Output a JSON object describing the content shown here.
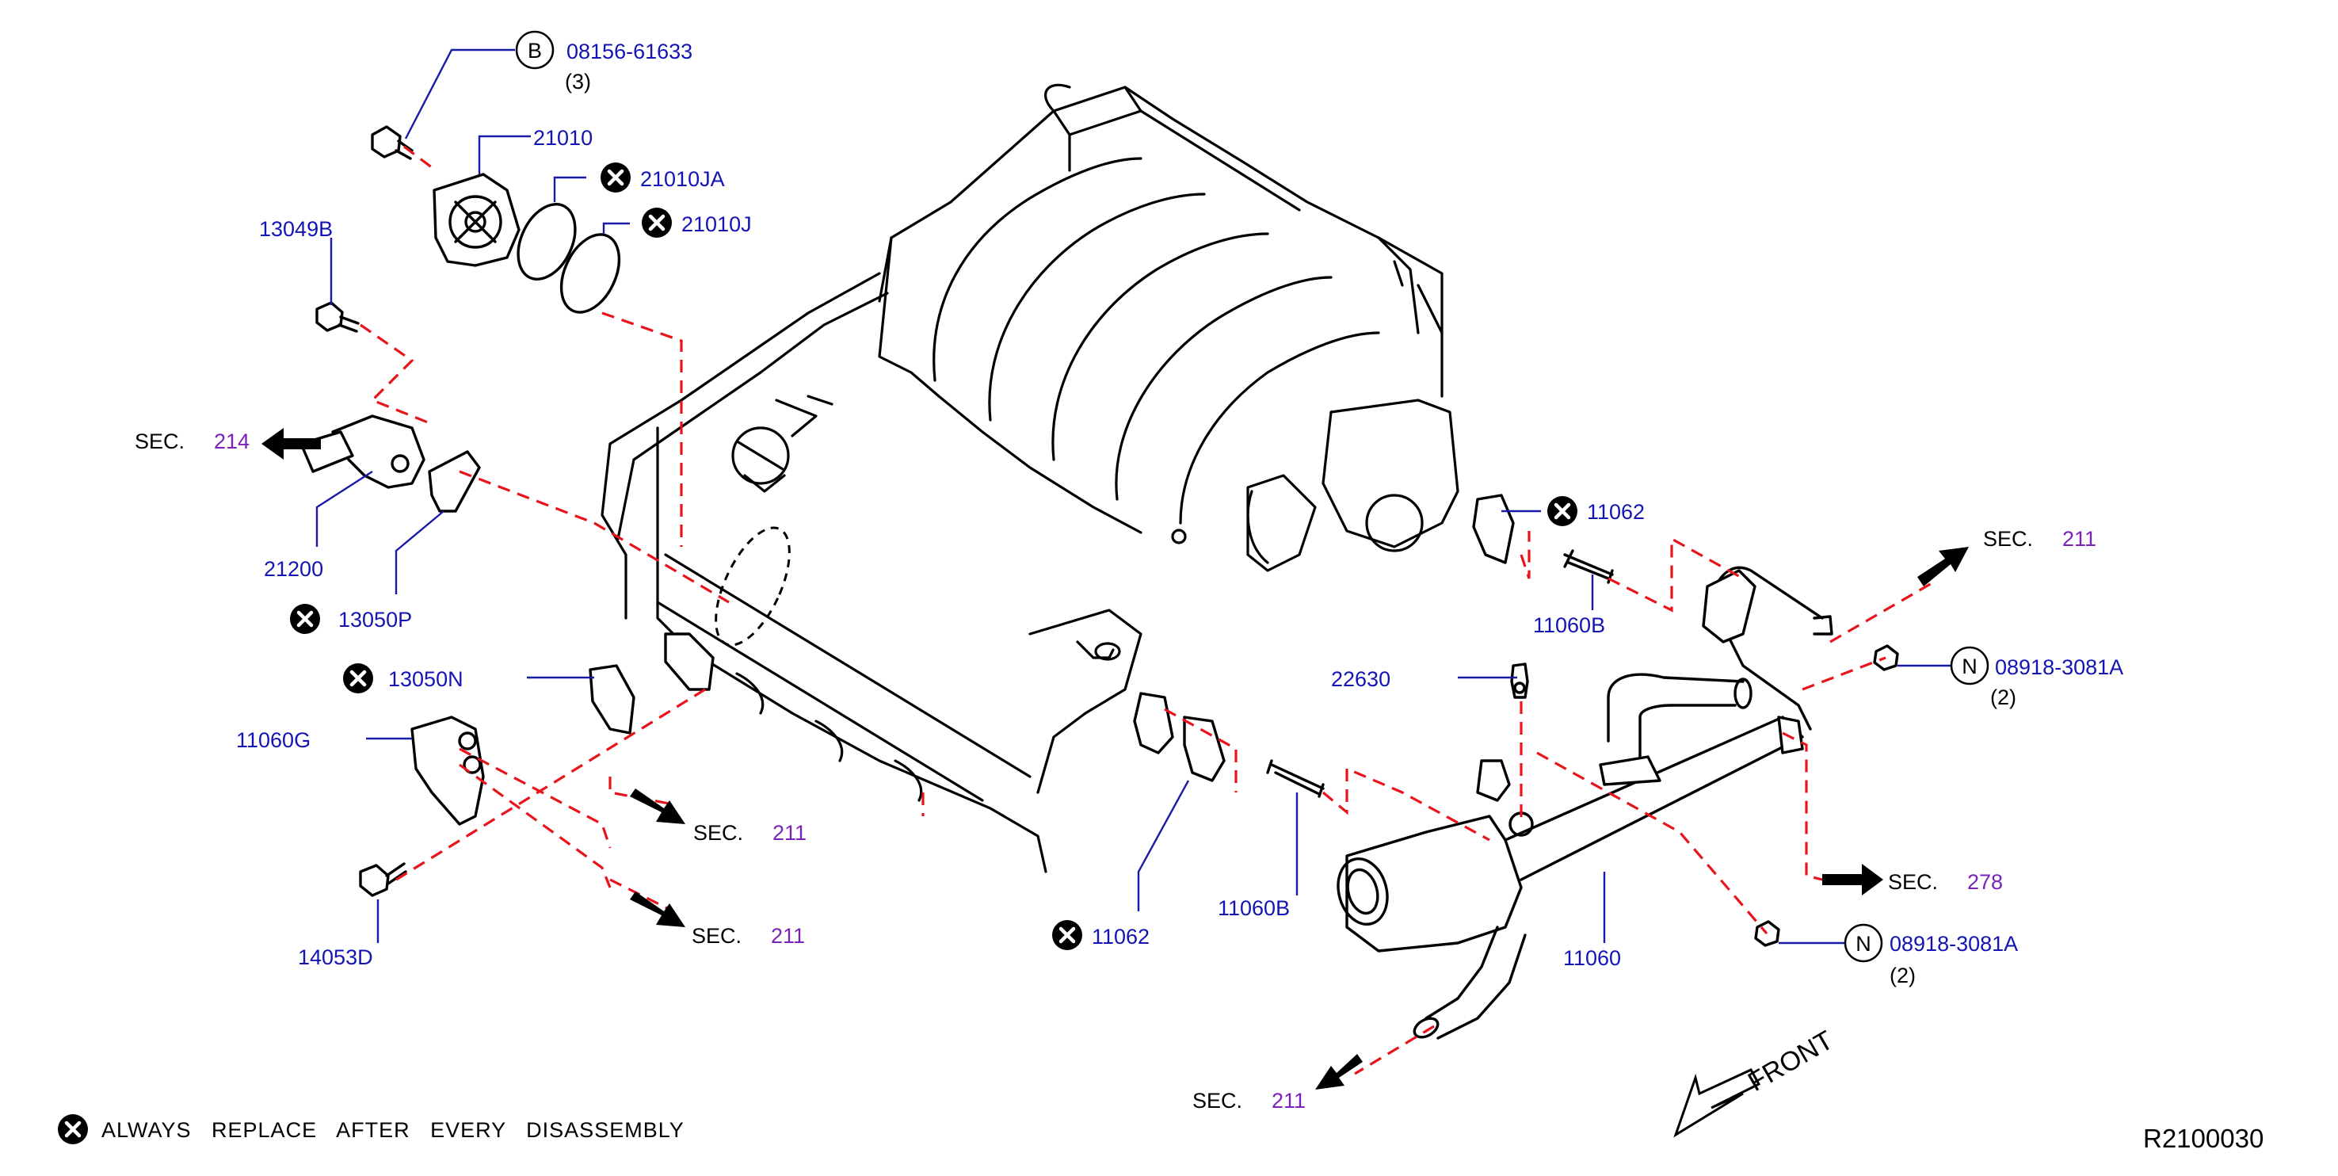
{
  "callouts": {
    "p08156": "08156-61633",
    "p08156_qty": "(3)",
    "p21010": "21010",
    "p21010JA": "21010JA",
    "p21010J": "21010J",
    "p13049B": "13049B",
    "p21200": "21200",
    "p13050P": "13050P",
    "p13050N": "13050N",
    "p11060G": "11060G",
    "p14053D": "14053D",
    "p11062_top": "11062",
    "p11060B_top": "11060B",
    "p22630": "22630",
    "p08918_top": "08918-3081A",
    "p08918_top_qty": "(2)",
    "p11062_bottom": "11062",
    "p11060B_bottom": "11060B",
    "p11060": "11060",
    "p08918_bottom": "08918-3081A",
    "p08918_bottom_qty": "(2)"
  },
  "symbols": {
    "bolt_letter": "B",
    "nut_letter": "N"
  },
  "sections": {
    "word": "SEC.",
    "s214": "214",
    "s211_left_upper": "211",
    "s211_left_lower": "211",
    "s211_right_top": "211",
    "s278": "278",
    "s211_bottom": "211"
  },
  "legend": {
    "note": "ALWAYS   REPLACE   AFTER   EVERY   DISASSEMBLY"
  },
  "footer": {
    "direction": "FRONT",
    "diagram_code": "R2100030"
  },
  "colors": {
    "part_number": "#1414b4",
    "section_number": "#7a22b8",
    "dashed_line": "#e8141c",
    "leader_line": "#1a1aa8"
  },
  "icons": {
    "replace_marker": "circled-x-icon",
    "bolt_marker": "circled-b-icon",
    "nut_marker": "circled-n-icon",
    "section_arrow": "arrow-icon"
  }
}
